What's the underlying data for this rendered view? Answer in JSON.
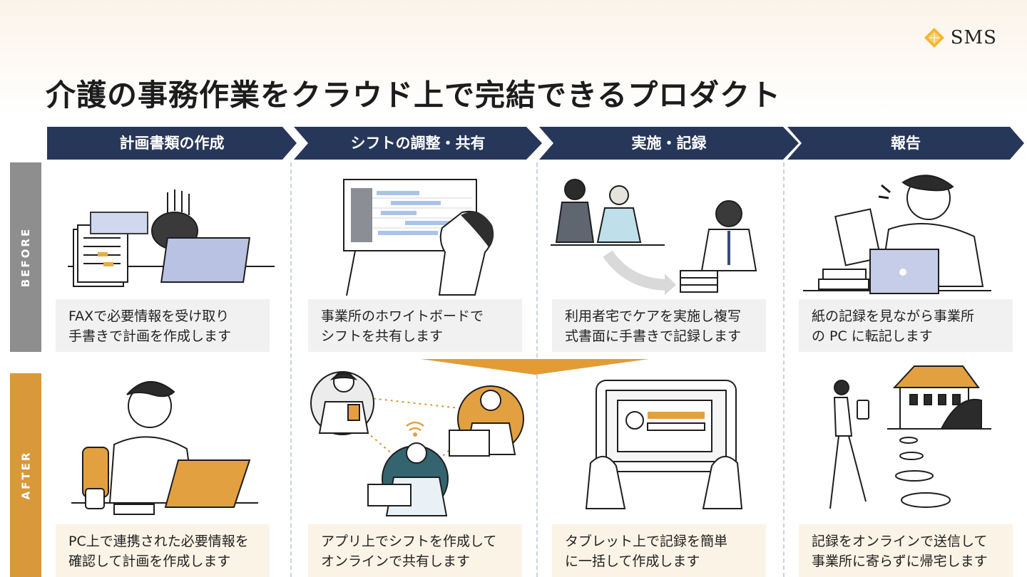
{
  "brand": {
    "name": "SMS",
    "accent": "#f2b632"
  },
  "title": "介護の事務作業をクラウド上で完結できるプロダクト",
  "steps": [
    {
      "label": "計画書類の作成"
    },
    {
      "label": "シフトの調整・共有"
    },
    {
      "label": "実施・記録"
    },
    {
      "label": "報告"
    }
  ],
  "rows": {
    "before": {
      "label": "BEFORE",
      "color": "#8e8e8e"
    },
    "after": {
      "label": "AFTER",
      "color": "#d9983a"
    }
  },
  "before": [
    {
      "line1": "FAXで必要情報を受け取り",
      "line2": "手書きで計画を作成します"
    },
    {
      "line1": "事業所のホワイトボードで",
      "line2": "シフトを共有します"
    },
    {
      "line1": "利用者宅でケアを実施し複写",
      "line2": "式書面に手書きで記録します"
    },
    {
      "line1": "紙の記録を見ながら事業所",
      "line2": "の PC に転記します"
    }
  ],
  "after": [
    {
      "line1": "PC上で連携された必要情報を",
      "line2": "確認して計画を作成します"
    },
    {
      "line1": "アプリ上でシフトを作成して",
      "line2": "オンラインで共有します"
    },
    {
      "line1": "タブレット上で記録を簡単",
      "line2": "に一括して作成します"
    },
    {
      "line1": "記録をオンラインで送信して",
      "line2": "事業所に寄らずに帰宅します"
    }
  ],
  "colors": {
    "navy": "#26375a",
    "orange": "#e8a542",
    "before_bg": "#f1f1f1",
    "after_bg": "#fbf3e6"
  }
}
